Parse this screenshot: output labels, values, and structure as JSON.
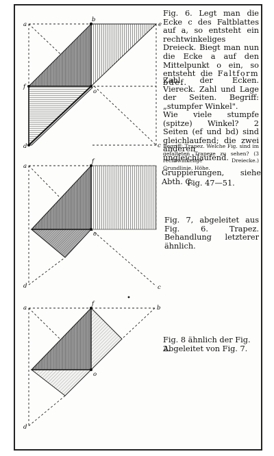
{
  "figure_labels": {
    "fig6": {
      "a": "a",
      "b": "b",
      "c": "c",
      "d": "d",
      "e": "e",
      "f": "f",
      "o": "o"
    },
    "fig7": {
      "a": "a",
      "f": "f",
      "d": "d",
      "c": "c",
      "o": "o"
    },
    "fig8": {
      "a": "a",
      "b": "b",
      "f": "f",
      "d": "d",
      "o": "o"
    }
  },
  "text": {
    "fig6_intro": "Fig. 6. Legt man die Ecke c des Faltblattes auf a, so entsteht ein rechtwinkeliges Dreieck. Biegt man nun die Ecke a auf den Mittelpunkt o ein, so entsteht die",
    "fig6_faltform": "Faltform bdef.",
    "fig6_zahl": "Zahl der Ecken. Viereck. Zahl und Lage der Seiten. Begriff: „stumpfer Winkel\".",
    "fig6_question": "Wie viele stumpfe (spitze) Winkel? 2 Seiten (ef und bd) sind gleichlaufend; die zwei anderen ungleichlaufend.",
    "fig6_small": "Begriff: Trapez. Welche Fig. sind im gefalteten Trapeze zu sehen? (3 rechtwinkelige Dreiecke.) Grundlinie, Höhe.",
    "gruppierungen_1": "Gruppierungen, siehe Abth. C,",
    "gruppierungen_2": "Fig. 47—51.",
    "fig7_text": "Fig. 7, abgeleitet aus Fig. 6. Trapez. Behandlung letzterer ähnlich.",
    "fig8_line1": "Fig. 8 ähnlich der Fig. 2.",
    "fig8_line2": "Abgeleitet von Fig. 7."
  }
}
